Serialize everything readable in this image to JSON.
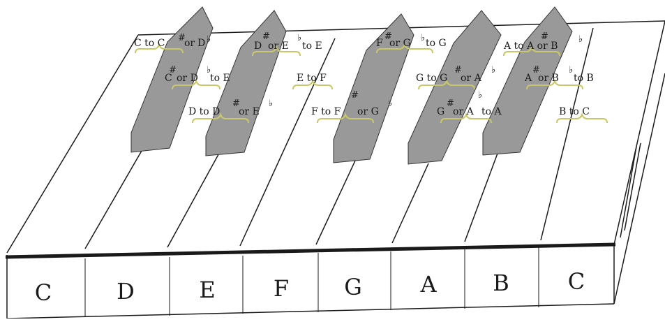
{
  "diagram": {
    "white_key_letters": [
      "C",
      "D",
      "E",
      "F",
      "G",
      "A",
      "B",
      "C"
    ],
    "interval_labels": [
      "C to C",
      "or",
      "D",
      "D",
      "or E",
      "to E",
      "C",
      "or D",
      "to E",
      "D to D",
      "or E",
      "E to F",
      "F",
      "or G",
      "to G",
      "F to F",
      "or G",
      "G to G",
      "or A",
      "G",
      "or A",
      "to A",
      "A to A or B",
      "A",
      "or B",
      "to B",
      "B to C"
    ],
    "sharp_symbol": "#",
    "flat_symbol": "♭",
    "colors": {
      "black_key": "#999999",
      "bracket": "#c8c86a",
      "line": "#1a1a1a"
    }
  }
}
